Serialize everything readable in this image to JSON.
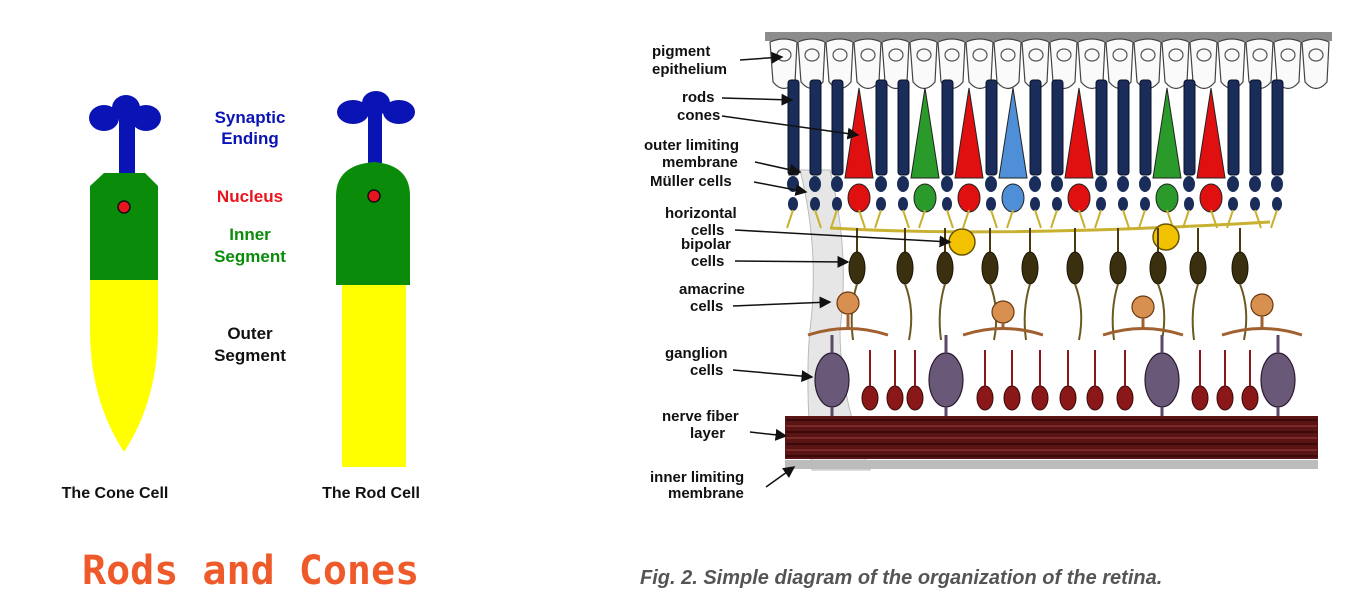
{
  "left_figure": {
    "labels": {
      "synaptic": [
        "Synaptic",
        "Ending"
      ],
      "nucleus": "Nucleus",
      "inner": [
        "Inner",
        "Segment"
      ],
      "outer": [
        "Outer",
        "Segment"
      ]
    },
    "cone_caption": "The Cone Cell",
    "rod_caption": "The Rod Cell",
    "title": "Rods and Cones",
    "colors": {
      "synaptic": "#0a14b4",
      "nucleus": "#e8141e",
      "inner": "#0a8c0a",
      "outer": "#111111",
      "yellow": "#ffff00",
      "title": "#ee5a2a"
    }
  },
  "retina_figure": {
    "labels": {
      "pigment": [
        "pigment",
        "epithelium"
      ],
      "rods": "rods",
      "cones": "cones",
      "olm": [
        "outer limiting",
        "membrane"
      ],
      "muller": "Müller cells",
      "horizontal": [
        "horizontal",
        "cells"
      ],
      "bipolar": [
        "bipolar",
        "cells"
      ],
      "amacrine": [
        "amacrine",
        "cells"
      ],
      "ganglion": [
        "ganglion",
        "cells"
      ],
      "nerve": [
        "nerve fiber",
        "layer"
      ],
      "ilm": [
        "inner limiting",
        "membrane"
      ]
    },
    "caption": "Fig. 2. Simple diagram of the organization of the retina."
  }
}
